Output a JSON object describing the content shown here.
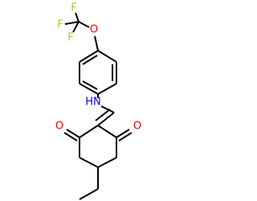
{
  "molecule": {
    "atoms": {
      "f_top": {
        "text": "F",
        "color": "#9ACD32"
      },
      "f_left": {
        "text": "F",
        "color": "#9ACD32"
      },
      "f_bottom": {
        "text": "F",
        "color": "#9ACD32"
      },
      "o_ether": {
        "text": "O",
        "color": "#FF0000"
      },
      "nh": {
        "text": "HN",
        "color": "#0000FF"
      },
      "o_left": {
        "text": "O",
        "color": "#FF0000"
      },
      "o_right": {
        "text": "O",
        "color": "#FF0000"
      }
    },
    "bond_color": "#000000"
  }
}
